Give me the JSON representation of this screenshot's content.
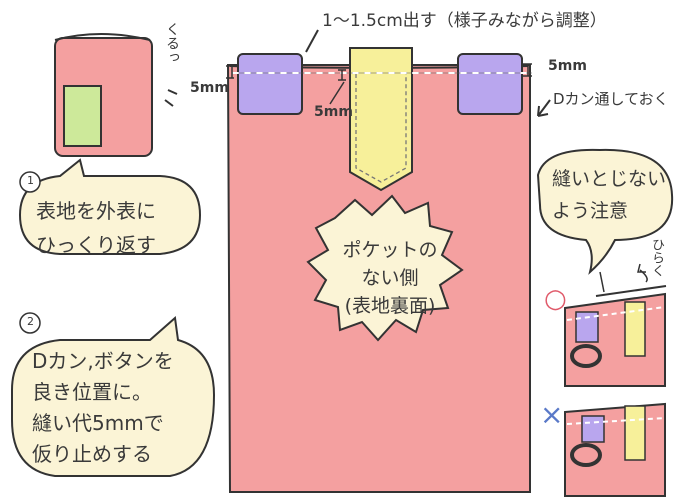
{
  "colors": {
    "outer_fabric": "#f4a0a0",
    "tab": "#b9a6ee",
    "strap": "#f7f09a",
    "pocket": "#cde99a",
    "bubble": "#fbf4d6",
    "ok_mark": "#e05a6a",
    "ng_mark": "#5a79c8"
  },
  "annotations": {
    "top_allowance": "1～1.5cm出す（様子みながら調整）",
    "left_5mm": "5mm",
    "mid_5mm": "5mm",
    "right_5mm": "5mm",
    "d_ring_note": "Dカン通しておく",
    "kururu": "くるっ",
    "hiraku": "ひらく"
  },
  "steps": [
    {
      "number": "1",
      "lines": [
        "表地を外表に",
        "ひっくり返す"
      ]
    },
    {
      "number": "2",
      "lines": [
        "Dカン,ボタンを",
        "良き位置に。",
        "縫い代5mmで",
        "仮り止めする"
      ]
    }
  ],
  "center_label": [
    "ポケットの",
    "ない側",
    "(表地裏面)"
  ],
  "caution": [
    "縫いとじない",
    "よう注意"
  ],
  "marks": {
    "ok": "○",
    "ng": "×"
  }
}
